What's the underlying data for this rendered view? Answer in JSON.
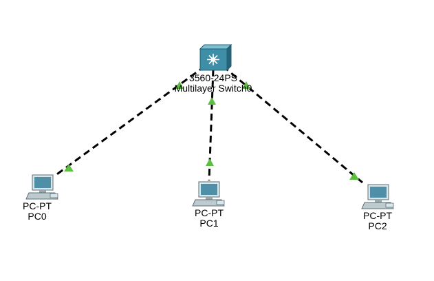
{
  "workspace": {
    "devices": [
      {
        "id": "switch",
        "model": "3560-24PS",
        "name": "Multilayer Switch0",
        "icon": "multilayer-switch-icon"
      },
      {
        "id": "pc0",
        "model": "PC-PT",
        "name": "PC0",
        "icon": "pc-icon"
      },
      {
        "id": "pc1",
        "model": "PC-PT",
        "name": "PC1",
        "icon": "pc-icon"
      },
      {
        "id": "pc2",
        "model": "PC-PT",
        "name": "PC2",
        "icon": "pc-icon"
      }
    ],
    "links": [
      {
        "from": "switch",
        "to": "pc0",
        "style": "dashed",
        "status": "up"
      },
      {
        "from": "switch",
        "to": "pc1",
        "style": "dashed",
        "status": "up"
      },
      {
        "from": "switch",
        "to": "pc2",
        "style": "dashed",
        "status": "up"
      }
    ],
    "colors": {
      "link": "#000000",
      "status_up": "#5cbf3f",
      "switch_body": "#3f8ea8",
      "pc_monitor": "#4f8fa8"
    }
  }
}
